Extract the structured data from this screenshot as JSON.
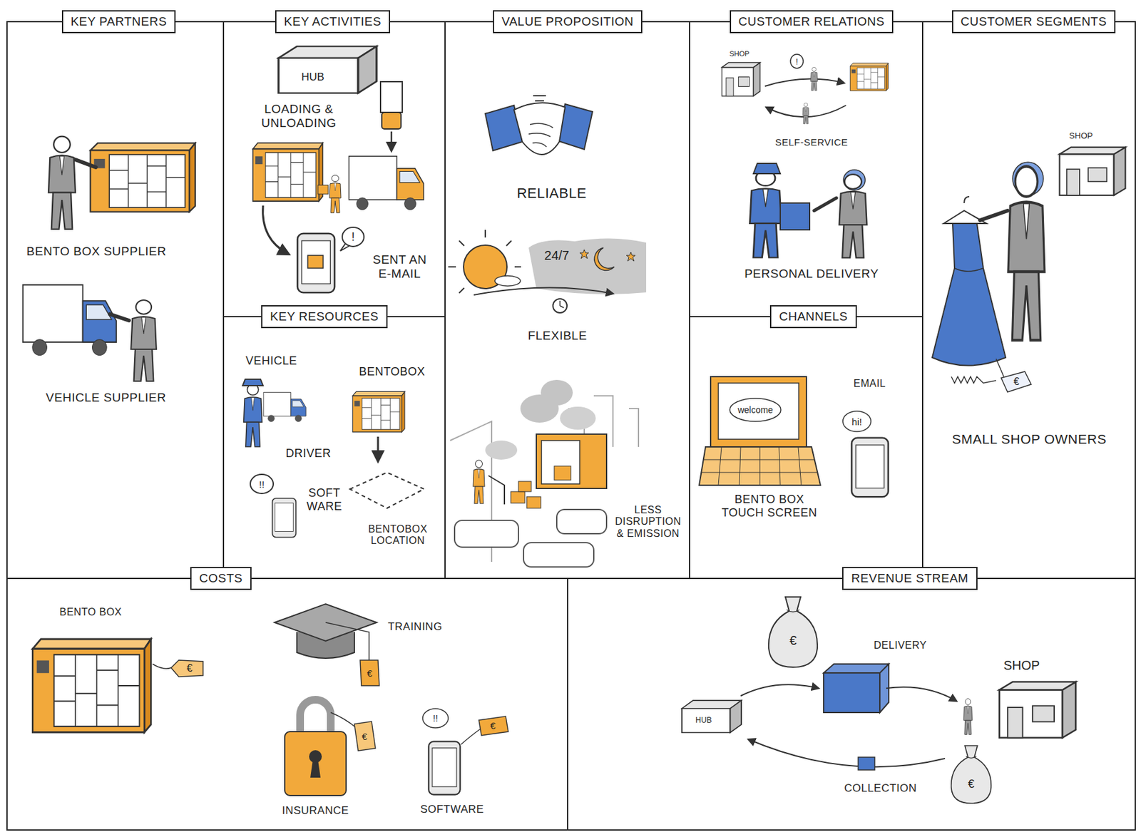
{
  "diagram": {
    "nodes": [
      {
        "text": [
          "KEY PARTNERS",
          "BENTO BOX SUPPLIER",
          "VEHICLE SUPPLIER"
        ]
      },
      {
        "text": [
          "KEY ACTIVITIES",
          "LOADING & UNLOADING",
          "SENT AN E-MAIL"
        ]
      },
      {
        "text": [
          "KEY RESOURCES",
          "VEHICLE",
          "BENTOBOX",
          "DRIVER",
          "SOFT WARE",
          "BENTOBOX LOCATION"
        ]
      },
      {
        "text": [
          "VALUE PROPOSITION",
          "RELIABLE",
          "FLEXIBLE",
          "LESS DISRUPTION & EMISSION"
        ]
      },
      {
        "text": [
          "CUSTOMER RELATIONS",
          "SELF-SERVICE",
          "PERSONAL DELIVERY"
        ]
      },
      {
        "text": [
          "CHANNELS",
          "BENTO BOX TOUCH SCREEN",
          "EMAIL"
        ]
      },
      {
        "text": [
          "CUSTOMER SEGMENTS",
          "SMALL SHOP OWNERS"
        ]
      },
      {
        "text": [
          "COSTS",
          "BENTO BOX",
          "TRAINING",
          "INSURANCE",
          "SOFTWARE"
        ]
      },
      {
        "text": [
          "REVENUE STREAM",
          "DELIVERY",
          "COLLECTION"
        ]
      }
    ],
    "labels": [
      "HUB",
      "!",
      "!!",
      "24/7",
      "SHOP",
      "!",
      "welcome",
      "hi!",
      "SHOP",
      "€",
      "€",
      "€",
      "€",
      "!!",
      "€",
      "€",
      "HUB",
      "SHOP",
      "€"
    ]
  }
}
